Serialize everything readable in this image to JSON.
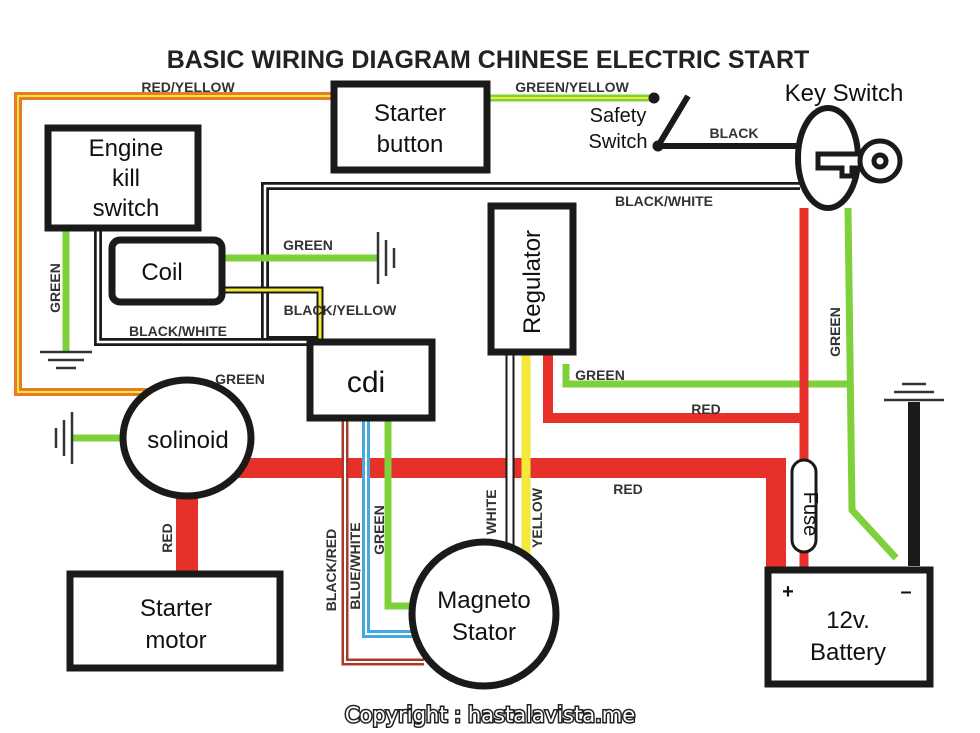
{
  "title": "BASIC WIRING DIAGRAM CHINESE ELECTRIC START",
  "components": {
    "starter_button": [
      "Starter",
      "button"
    ],
    "engine_kill_switch": [
      "Engine",
      "kill",
      "switch"
    ],
    "coil": "Coil",
    "cdi": "cdi",
    "regulator": "Regulator",
    "solenoid": "solinoid",
    "starter_motor": [
      "Starter",
      "motor"
    ],
    "magneto_stator": [
      "Magneto",
      "Stator"
    ],
    "battery": [
      "12v.",
      "Battery"
    ],
    "battery_plus": "+",
    "battery_minus": "–",
    "fuse": "Fuse",
    "key_switch": "Key Switch",
    "safety_switch": [
      "Safety",
      "Switch"
    ]
  },
  "wire_labels": {
    "red_yellow": "RED/YELLOW",
    "green_yellow": "GREEN/YELLOW",
    "black": "BLACK",
    "black_white_top": "BLACK/WHITE",
    "green_coil": "GREEN",
    "black_yellow": "BLACK/YELLOW",
    "black_white_left": "BLACK/WHITE",
    "green_kill": "GREEN",
    "green_solenoid": "GREEN",
    "green_regulator": "GREEN",
    "red_regulator": "RED",
    "green_key": "GREEN",
    "red_main": "RED",
    "red_starter": "RED",
    "white": "WHITE",
    "yellow": "YELLOW",
    "black_red": "BLACK/RED",
    "blue_white": "BLUE/WHITE",
    "green_cdi": "GREEN"
  },
  "colors": {
    "red": "#e8302a",
    "green": "#7fd13b",
    "yellow": "#f2e93a",
    "orange": "#e87a2a",
    "blue": "#44aadd",
    "black": "#1a1a1a",
    "dark_red": "#a83a2a"
  },
  "copyright": "Copyright : hastalavista.me"
}
